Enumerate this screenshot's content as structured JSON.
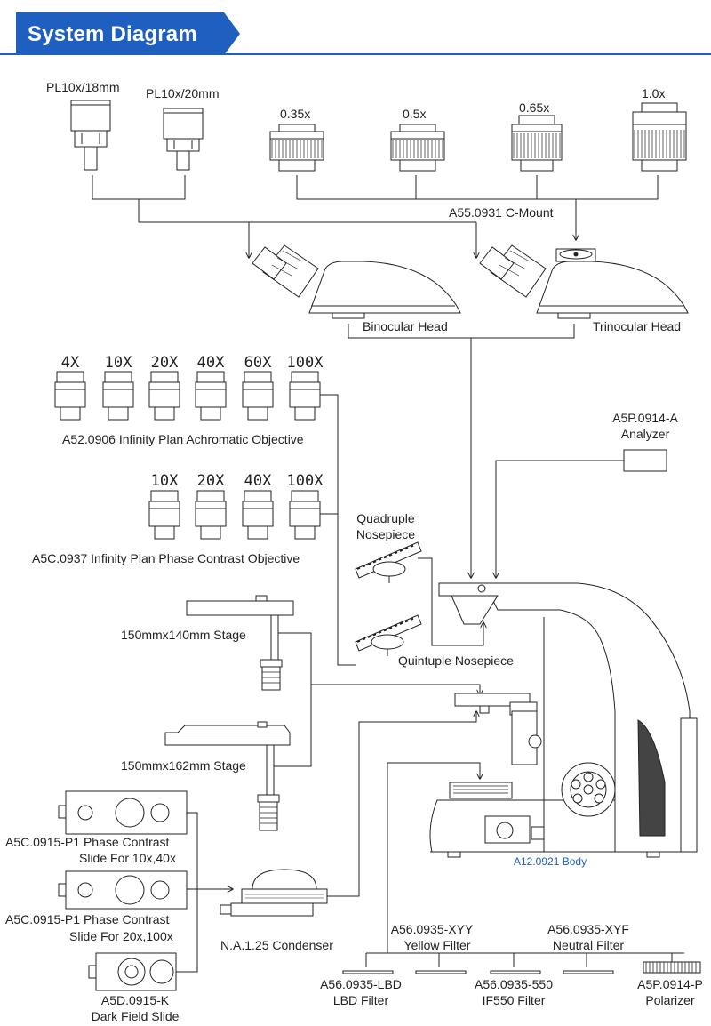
{
  "header": {
    "title": "System Diagram",
    "accent_color": "#1f5fbf"
  },
  "eyepieces": {
    "left": "PL10x/18mm",
    "right": "PL10x/20mm"
  },
  "c_mounts": {
    "items": [
      "0.35x",
      "0.5x",
      "0.65x",
      "1.0x"
    ],
    "label": "A55.0931 C-Mount"
  },
  "heads": {
    "binocular": "Binocular Head",
    "trinocular": "Trinocular Head"
  },
  "achromatic": {
    "mags": [
      "4X",
      "10X",
      "20X",
      "40X",
      "60X",
      "100X"
    ],
    "label": "A52.0906 Infinity Plan Achromatic Objective"
  },
  "phase_objective": {
    "mags": [
      "10X",
      "20X",
      "40X",
      "100X"
    ],
    "label": "A5C.0937 Infinity Plan Phase Contrast Objective"
  },
  "analyzer": {
    "code": "A5P.0914-A",
    "name": "Analyzer"
  },
  "nosepieces": {
    "quadruple_line1": "Quadruple",
    "quadruple_line2": "Nosepiece",
    "quintuple": "Quintuple Nosepiece"
  },
  "stages": {
    "stage1": "150mmx140mm Stage",
    "stage2": "150mmx162mm Stage"
  },
  "slides": {
    "p1_a_line1": "A5C.0915-P1 Phase Contrast",
    "p1_a_line2": "Slide For 10x,40x",
    "p1_b_line1": "A5C.0915-P1 Phase Contrast",
    "p1_b_line2": "Slide For 20x,100x",
    "dark_line1": "A5D.0915-K",
    "dark_line2": "Dark Field Slide"
  },
  "condenser": "N.A.1.25 Condenser",
  "body_label": "A12.0921 Body",
  "filters": {
    "yellow_code": "A56.0935-XYY",
    "yellow_name": "Yellow Filter",
    "neutral_code": "A56.0935-XYF",
    "neutral_name": "Neutral Filter",
    "lbd_code": "A56.0935-LBD",
    "lbd_name": "LBD Filter",
    "if550_code": "A56.0935-550",
    "if550_name": "IF550 Filter",
    "polarizer_code": "A5P.0914-P",
    "polarizer_name": "Polarizer"
  }
}
